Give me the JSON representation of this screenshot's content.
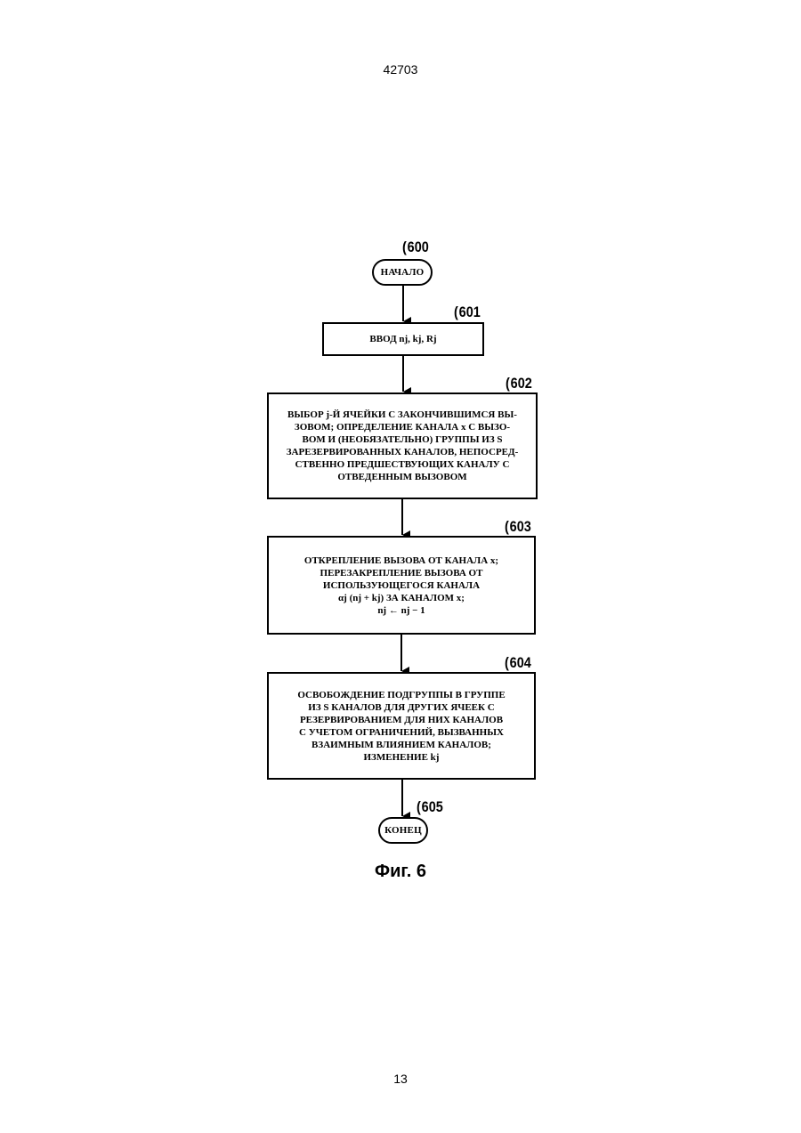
{
  "header": {
    "doc_number": "42703"
  },
  "footer": {
    "page_number": "13"
  },
  "figure": {
    "caption": "Фиг. 6",
    "nodes": [
      {
        "id": "600",
        "ref": "600",
        "type": "terminal",
        "lines": [
          "НАЧАЛО"
        ]
      },
      {
        "id": "601",
        "ref": "601",
        "type": "process",
        "lines": [
          "ВВОД nj, kj, Rj"
        ]
      },
      {
        "id": "602",
        "ref": "602",
        "type": "process",
        "lines": [
          "ВЫБОР j-Й ЯЧЕЙКИ С ЗАКОНЧИВШИМСЯ ВЫ-",
          "ЗОВОМ; ОПРЕДЕЛЕНИЕ КАНАЛА x С ВЫЗО-",
          "ВОМ И (НЕОБЯЗАТЕЛЬНО) ГРУППЫ ИЗ S",
          "ЗАРЕЗЕРВИРОВАННЫХ КАНАЛОВ, НЕПОСРЕД-",
          "СТВЕННО ПРЕДШЕСТВУЮЩИХ КАНАЛУ С",
          "ОТВЕДЕННЫМ ВЫЗОВОМ"
        ]
      },
      {
        "id": "603",
        "ref": "603",
        "type": "process",
        "lines": [
          "ОТКРЕПЛЕНИЕ ВЫЗОВА ОТ КАНАЛА x;",
          "ПЕРЕЗАКРЕПЛЕНИЕ ВЫЗОВА ОТ",
          "ИСПОЛЬЗУЮЩЕГОСЯ КАНАЛА",
          "αj (nj + kj) ЗА КАНАЛОМ x;",
          "nj ← nj − 1"
        ]
      },
      {
        "id": "604",
        "ref": "604",
        "type": "process",
        "lines": [
          "ОСВОБОЖДЕНИЕ ПОДГРУППЫ В ГРУППЕ",
          "ИЗ S КАНАЛОВ ДЛЯ ДРУГИХ ЯЧЕЕК С",
          "РЕЗЕРВИРОВАНИЕМ ДЛЯ НИХ КАНАЛОВ",
          "С УЧЕТОМ ОГРАНИЧЕНИЙ, ВЫЗВАННЫХ",
          "ВЗАИМНЫМ ВЛИЯНИЕМ КАНАЛОВ;",
          "ИЗМЕНЕНИЕ kj"
        ]
      },
      {
        "id": "605",
        "ref": "605",
        "type": "terminal",
        "lines": [
          "КОНЕЦ"
        ]
      }
    ],
    "edges": [
      {
        "from": "600",
        "to": "601"
      },
      {
        "from": "601",
        "to": "602"
      },
      {
        "from": "602",
        "to": "603"
      },
      {
        "from": "603",
        "to": "604"
      },
      {
        "from": "604",
        "to": "605"
      }
    ]
  }
}
